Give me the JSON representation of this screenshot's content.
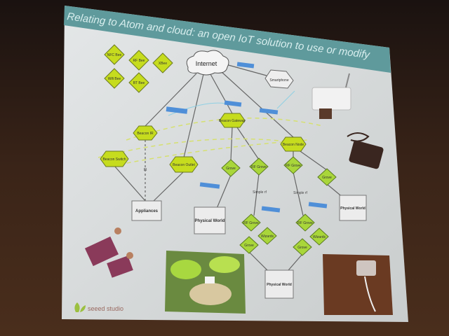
{
  "slide": {
    "title": "Relating to Atom and cloud:  an open IoT solution to use or modify",
    "logo_text": "seeed studio"
  },
  "colors": {
    "title_band": "#5f9a9c",
    "node_fill": "#c6dc1e",
    "grove_fill": "#a9d63a",
    "tag_fill": "#4f8fd8",
    "slide_bg": "#dcdfe0"
  },
  "diagram": {
    "bees": [
      "NFC Bee",
      "RF Bee",
      "XBee",
      "Wifi Bee",
      "BT Bee"
    ],
    "cloud": "Internet",
    "smartphone": "Smartphone",
    "beacons": {
      "ir": "Beacon IR",
      "switch": "Beacon Switch",
      "outlet": "Beacon Outlet",
      "gateway": "Beacon Gateway",
      "node": "Beacon Node"
    },
    "grove": "Grove",
    "rf_grove": "RF Grove",
    "wizards": "Wizards",
    "simple_rf": "Simple rf",
    "ir_label": "IR",
    "appliances": "Appliances",
    "physical_world": "Physical World"
  }
}
